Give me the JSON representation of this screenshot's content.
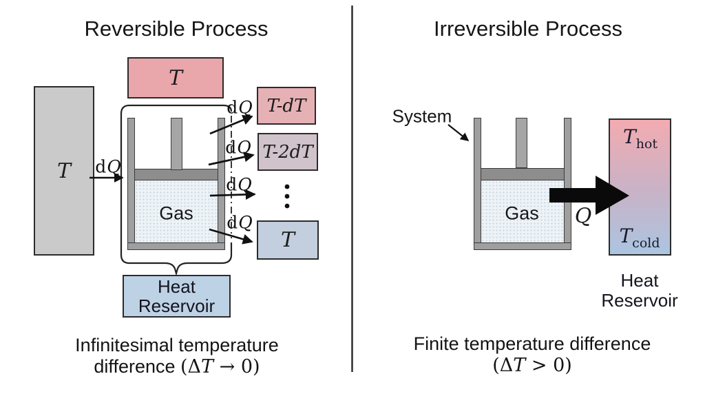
{
  "colors": {
    "pink_box": "#e9a6ab",
    "pink_light": "#e6b1b5",
    "lavender": "#d0c3cc",
    "blue_box": "#c3cede",
    "blue_reservoir": "#bed2e6",
    "gray_reservoir": "#cacaca",
    "hot": "#f3abb0",
    "cold": "#abc5e1"
  },
  "left": {
    "title": "Reversible Process",
    "source_reservoir_label": "T",
    "dq_label": {
      "d": "d",
      "q": "Q"
    },
    "piston_top_box_label": "T",
    "gas_label": "Gas",
    "stage_box_1_label": "T-dT",
    "stage_box_2_label": "T-2dT",
    "final_box_label": "T",
    "heat_reservoir": {
      "line1": "Heat",
      "line2": "Reservoir"
    },
    "caption": {
      "line1": "Infinitesimal temperature",
      "line2_text": "difference ",
      "line2_math_pre": "(Δ",
      "line2_math_T": "T",
      "line2_math_post": " → 0)"
    }
  },
  "right": {
    "title": "Irreversible Process",
    "system_label": "System",
    "gas_label": "Gas",
    "q_label": "Q",
    "reservoir": {
      "t_hot": {
        "symbol": "T",
        "sub": "hot"
      },
      "t_cold": {
        "symbol": "T",
        "sub": "cold"
      }
    },
    "heat_reservoir": {
      "line1": "Heat",
      "line2": "Reservoir"
    },
    "caption": {
      "line1": "Finite temperature difference",
      "line2_math_pre": "(Δ",
      "line2_math_T": "T",
      "line2_math_post": " > 0)"
    }
  }
}
